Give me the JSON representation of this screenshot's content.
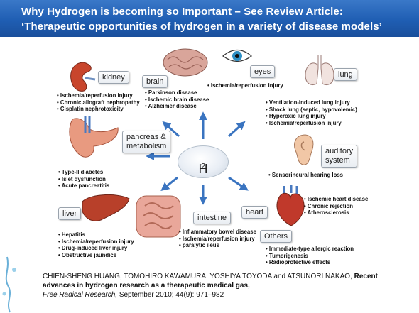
{
  "header": {
    "line1": "Why Hydrogen is becoming so Important – See Review Article:",
    "line2": "‘Therapeutic opportunities of hydrogen in a variety of disease models’"
  },
  "center": {
    "symbol": "H",
    "subscript": "2"
  },
  "organs": {
    "kidney": {
      "label": "kidney",
      "items": [
        "Ischemia/reperfusion injury",
        "Chronic allograft nephropathy",
        "Cisplatin nephrotoxicity"
      ]
    },
    "brain": {
      "label": "brain",
      "items": [
        "Parkinson disease",
        "Ischemic brain disease",
        "Alzheimer disease"
      ]
    },
    "eyes": {
      "label": "eyes",
      "items": [
        "Ischemia/reperfusion injury"
      ]
    },
    "lung": {
      "label": "lung",
      "items": [
        "Ventilation-induced lung injury",
        "Shock lung (septic, hypovolemic)",
        "Hyperoxic lung injury",
        "Ischemia/reperfusion injury"
      ]
    },
    "pancreas": {
      "label_line1": "pancreas &",
      "label_line2": "metabolism",
      "items": [
        "Type-II diabetes",
        "Islet dysfunction",
        "Acute pancreatitis"
      ]
    },
    "auditory": {
      "label_line1": "auditory",
      "label_line2": "system",
      "items": [
        "Sensorineural hearing loss"
      ]
    },
    "liver": {
      "label": "liver",
      "items": [
        "Hepatitis",
        "Ischemia/reperfusion injury",
        "Drug-induced liver injury",
        "Obstructive jaundice"
      ]
    },
    "intestine": {
      "label": "intestine",
      "items": [
        "Inflammatory bowel disease",
        "Ischemia/reperfusion injury",
        "paralytic ileus"
      ]
    },
    "heart": {
      "label": "heart",
      "items": [
        "Ischemic heart disease",
        "Chronic rejection",
        "Atherosclerosis"
      ]
    },
    "others": {
      "label": "Others",
      "items": [
        "Immediate-type allergic reaction",
        "Tumorigenesis",
        "Radioprotective effects"
      ]
    }
  },
  "citation": {
    "authors": "CHIEN-SHENG HUANG, TOMOHIRO KAWAMURA, YOSHIYA TOYODA  and ATSUNORI NAKAO,",
    "title_line1": "Recent",
    "title_line2": "advances in hydrogen research as a therapeutic medical gas,",
    "journal": "Free Radical Research,",
    "details": " September 2010; 44(9): 971–982"
  },
  "colors": {
    "header": "#1f5eb3",
    "arrow": "#3a74c0",
    "organ_red": "#c8452c"
  }
}
